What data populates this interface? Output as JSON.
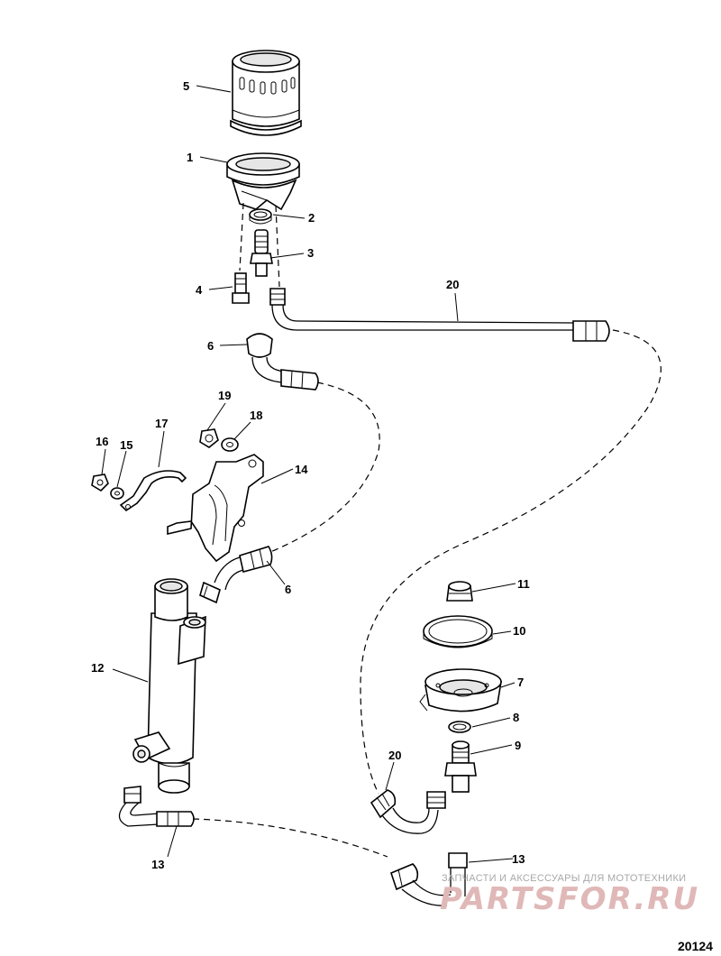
{
  "figure_number": "20124",
  "watermark": {
    "line1": "ЗАПЧАСТИ И АКСЕССУАРЫ ДЛЯ МОТОТЕХНИКИ",
    "line2": "PARTSFOR.RU"
  },
  "callouts": {
    "c1": "1",
    "c2": "2",
    "c3": "3",
    "c4": "4",
    "c5": "5",
    "c6a": "6",
    "c6b": "6",
    "c7": "7",
    "c8": "8",
    "c9": "9",
    "c10": "10",
    "c11": "11",
    "c12": "12",
    "c13a": "13",
    "c13b": "13",
    "c14": "14",
    "c15": "15",
    "c16": "16",
    "c17": "17",
    "c18": "18",
    "c19": "19",
    "c20a": "20",
    "c20b": "20"
  }
}
